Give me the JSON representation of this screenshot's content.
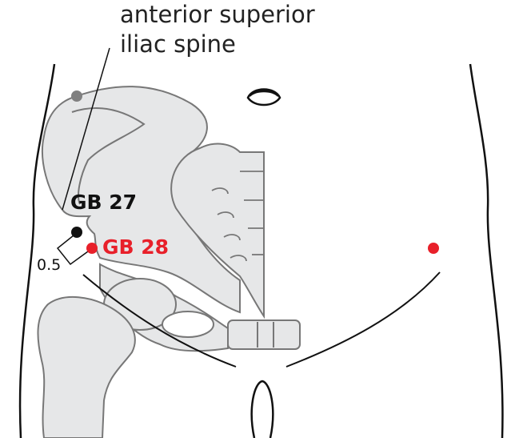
{
  "labels": {
    "landmark_line1": "anterior superior",
    "landmark_line2": "iliac spine",
    "point1": "GB 27",
    "point2": "GB 28",
    "distance": "0.5"
  },
  "colors": {
    "bone_fill": "#e6e7e8",
    "bone_stroke": "#777777",
    "point1": "#111111",
    "point2": "#e8202a",
    "landmark_dot": "#808080"
  }
}
